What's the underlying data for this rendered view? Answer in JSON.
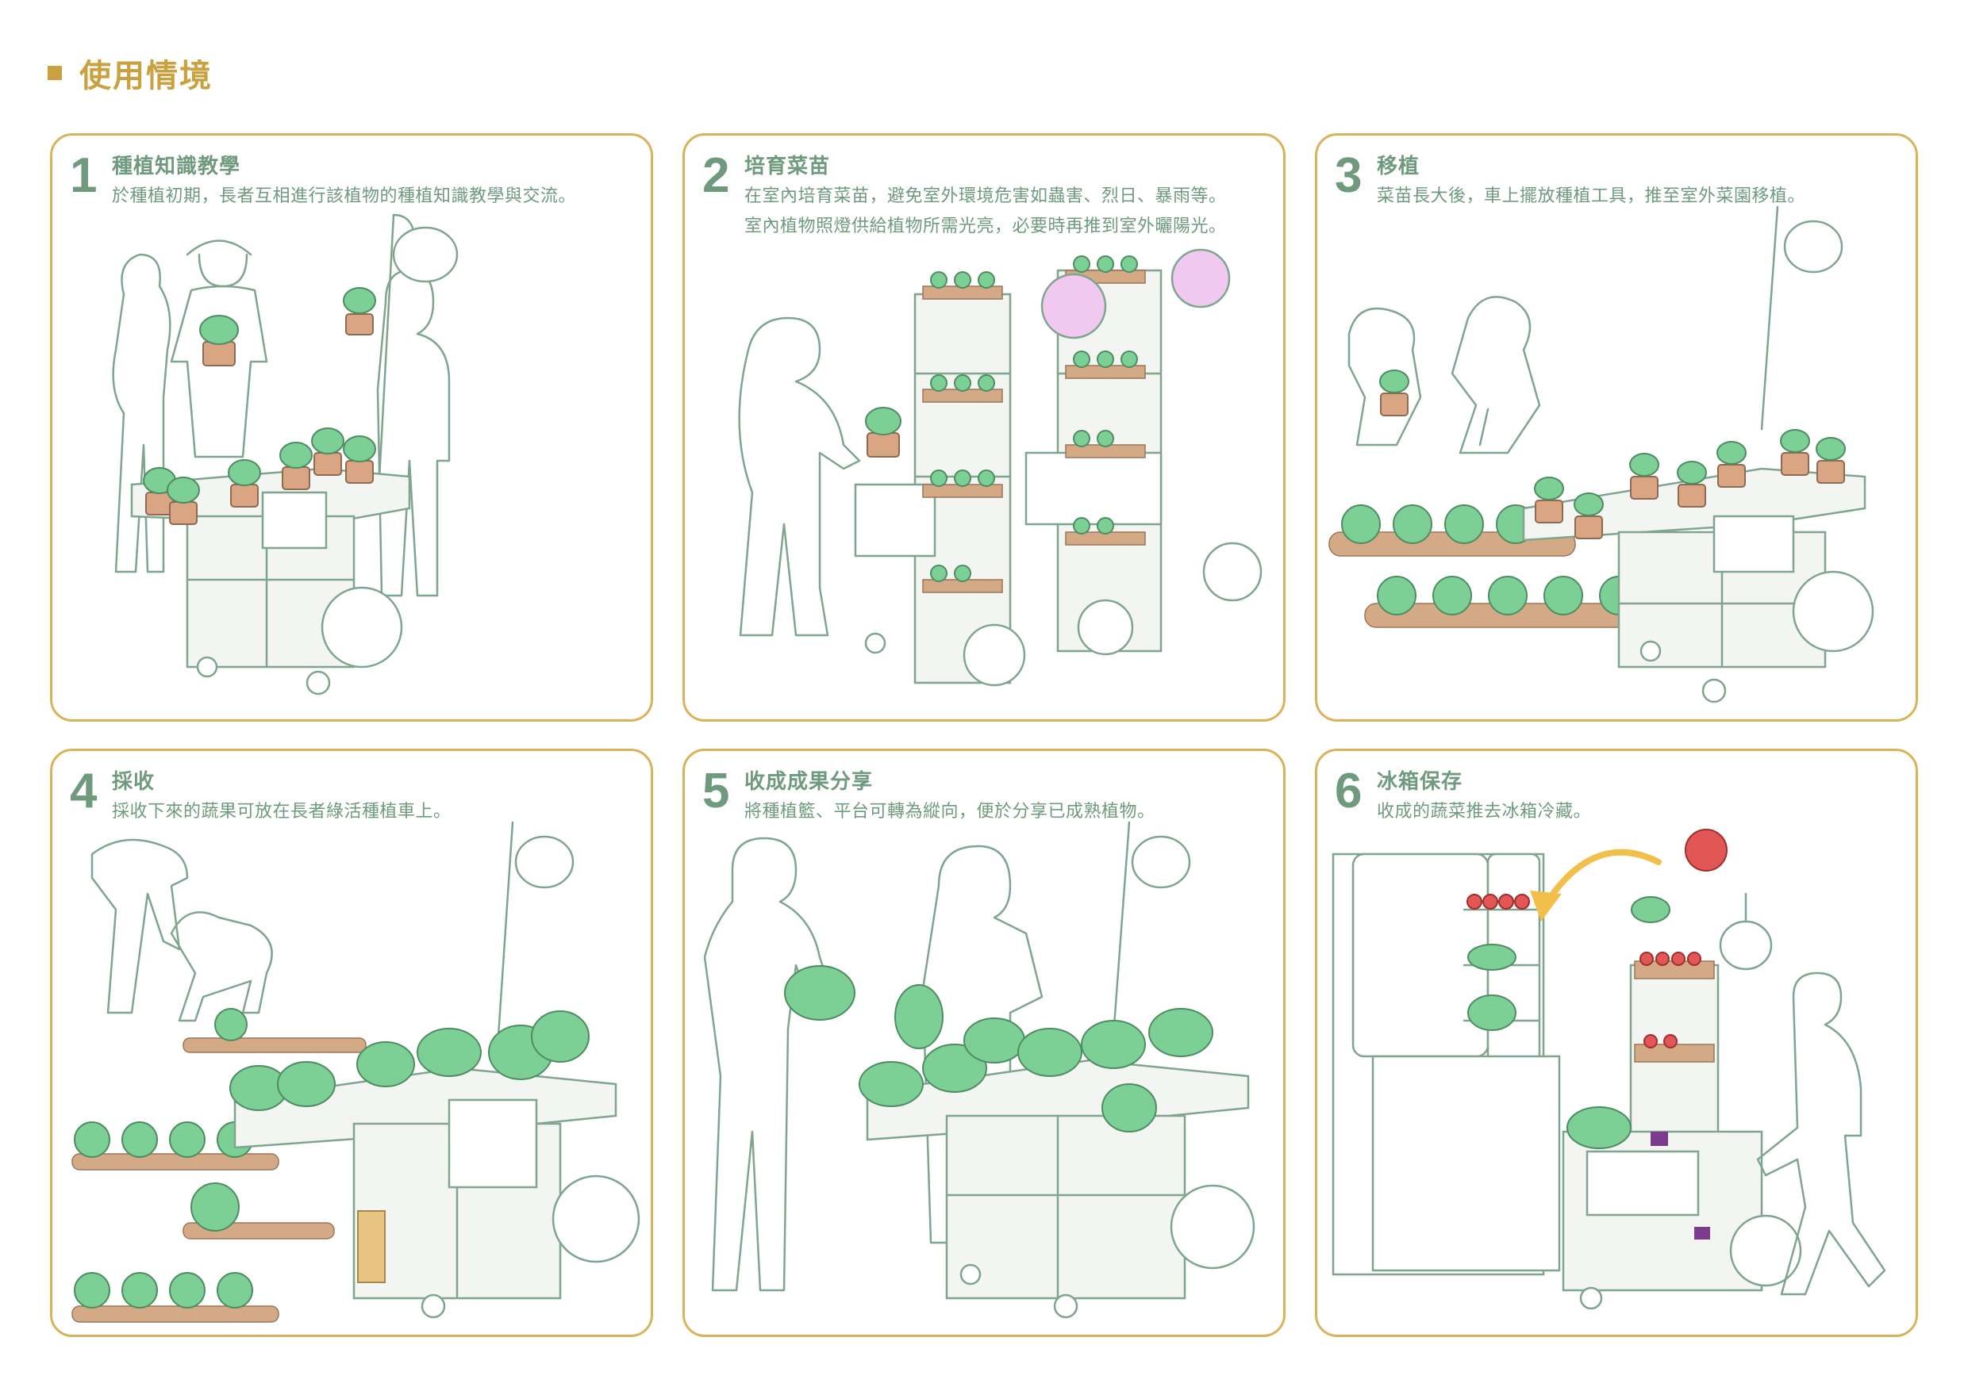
{
  "header": {
    "title": "使用情境"
  },
  "panels": [
    {
      "number": "1",
      "title": "種植知識教學",
      "description": [
        "於種植初期，長者互相進行該植物的種植知識教學與交流。"
      ]
    },
    {
      "number": "2",
      "title": "培育菜苗",
      "description": [
        "在室內培育菜苗，避免室外環境危害如蟲害、烈日、暴雨等。",
        "室內植物照燈供給植物所需光亮，必要時再推到室外曬陽光。"
      ]
    },
    {
      "number": "3",
      "title": "移植",
      "description": [
        "菜苗長大後，車上擺放種植工具，推至室外菜園移植。"
      ]
    },
    {
      "number": "4",
      "title": "採收",
      "description": [
        "採收下來的蔬果可放在長者綠活種植車上。"
      ]
    },
    {
      "number": "5",
      "title": "收成成果分享",
      "description": [
        "將種植籃、平台可轉為縱向，便於分享已成熟植物。"
      ]
    },
    {
      "number": "6",
      "title": "冰箱保存",
      "description": [
        "收成的蔬菜推去冰箱冷藏。"
      ]
    }
  ],
  "colors": {
    "accent_gold": "#c9a23f",
    "panel_border": "#d9b35a",
    "text_green": "#6f9a7e",
    "leaf_green": "#7ccf95",
    "lamp_pink": "#f1c9f0",
    "arrow_yellow": "#f2bf4a",
    "tomato_red": "#e25656"
  }
}
